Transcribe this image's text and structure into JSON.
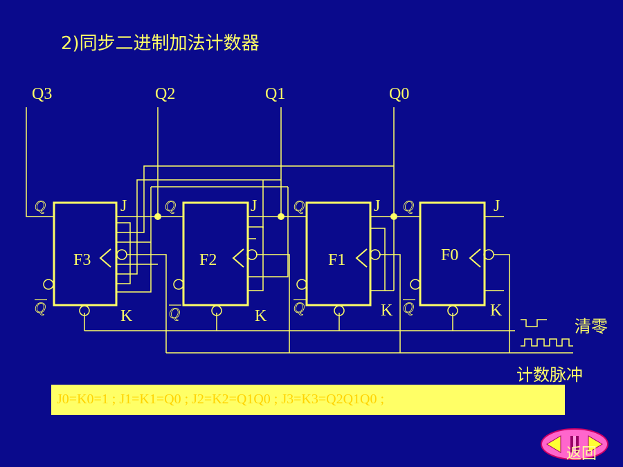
{
  "title": "2)同步二进制加法计数器",
  "outputs": {
    "q3": "Q3",
    "q2": "Q2",
    "q1": "Q1",
    "q0": "Q0"
  },
  "flipflops": {
    "f3": "F3",
    "f2": "F2",
    "f1": "F1",
    "f0": "F0"
  },
  "pins": {
    "j": "J",
    "k": "K",
    "q": "Q",
    "qbar": "Q"
  },
  "signals": {
    "clear": "清零",
    "clock": "计数脉冲"
  },
  "formula": "J0=K0=1 ; J1=K1=Q0  ; J2=K2=Q1Q0  ; J3=K3=Q2Q1Q0 ;",
  "nav": {
    "back_label": "返回"
  },
  "colors": {
    "background": "#0a0a8c",
    "line": "#ffff66",
    "text": "#ffff66",
    "formula_bg": "#ffff66",
    "formula_text": "#ffd400",
    "button": "#ff66cc"
  }
}
